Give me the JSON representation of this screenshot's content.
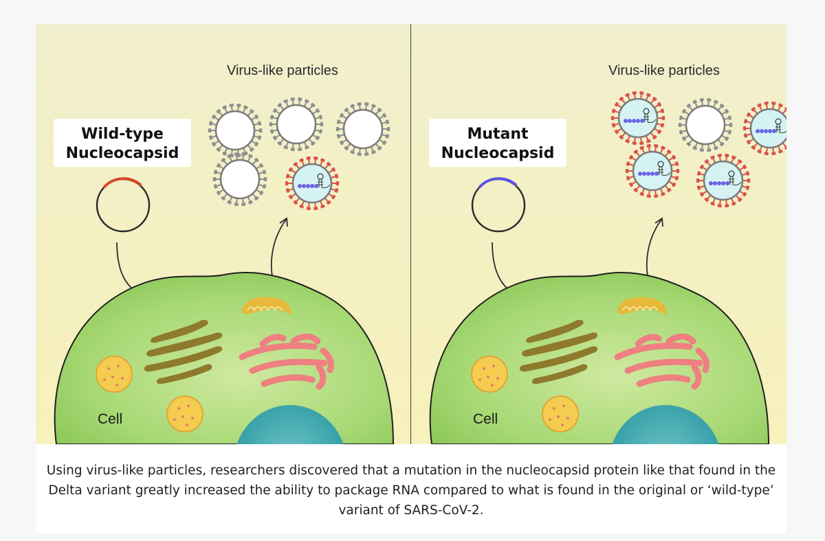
{
  "panels": [
    {
      "id": "wild-type",
      "title_line1": "Wild-type",
      "title_line2": "Nucleocapsid",
      "particles_label": "Virus-like particles",
      "cell_label": "Cell",
      "plasmid_color": "#d9462a"
    },
    {
      "id": "mutant",
      "title_line1": "Mutant",
      "title_line2": "Nucleocapsid",
      "particles_label": "Virus-like particles",
      "cell_label": "Cell",
      "plasmid_color": "#5b52e6"
    }
  ],
  "caption": "Using virus-like particles, researchers discovered that a mutation in the nucleocapsid protein like that found in the Delta variant greatly increased the ability to package RNA compared to what is found in the original or ‘wild-type’ variant of SARS-CoV-2.",
  "colors": {
    "background_top": "#f1efcd",
    "background_bottom": "#f7f2bf",
    "cell": "#9ed26a",
    "nucleus": "#2f9ea6",
    "golgi": "#8e7a2c",
    "er": "#ef7f80",
    "mitochondria": "#e6b93a",
    "vesicle": "#f4cc4f",
    "empty_particle_spikes": "#8f8f8f",
    "rna_particle_spikes": "#d9534a",
    "rna_particle_fill": "#d6f3f4",
    "rna_beads": "#6b63e6"
  }
}
